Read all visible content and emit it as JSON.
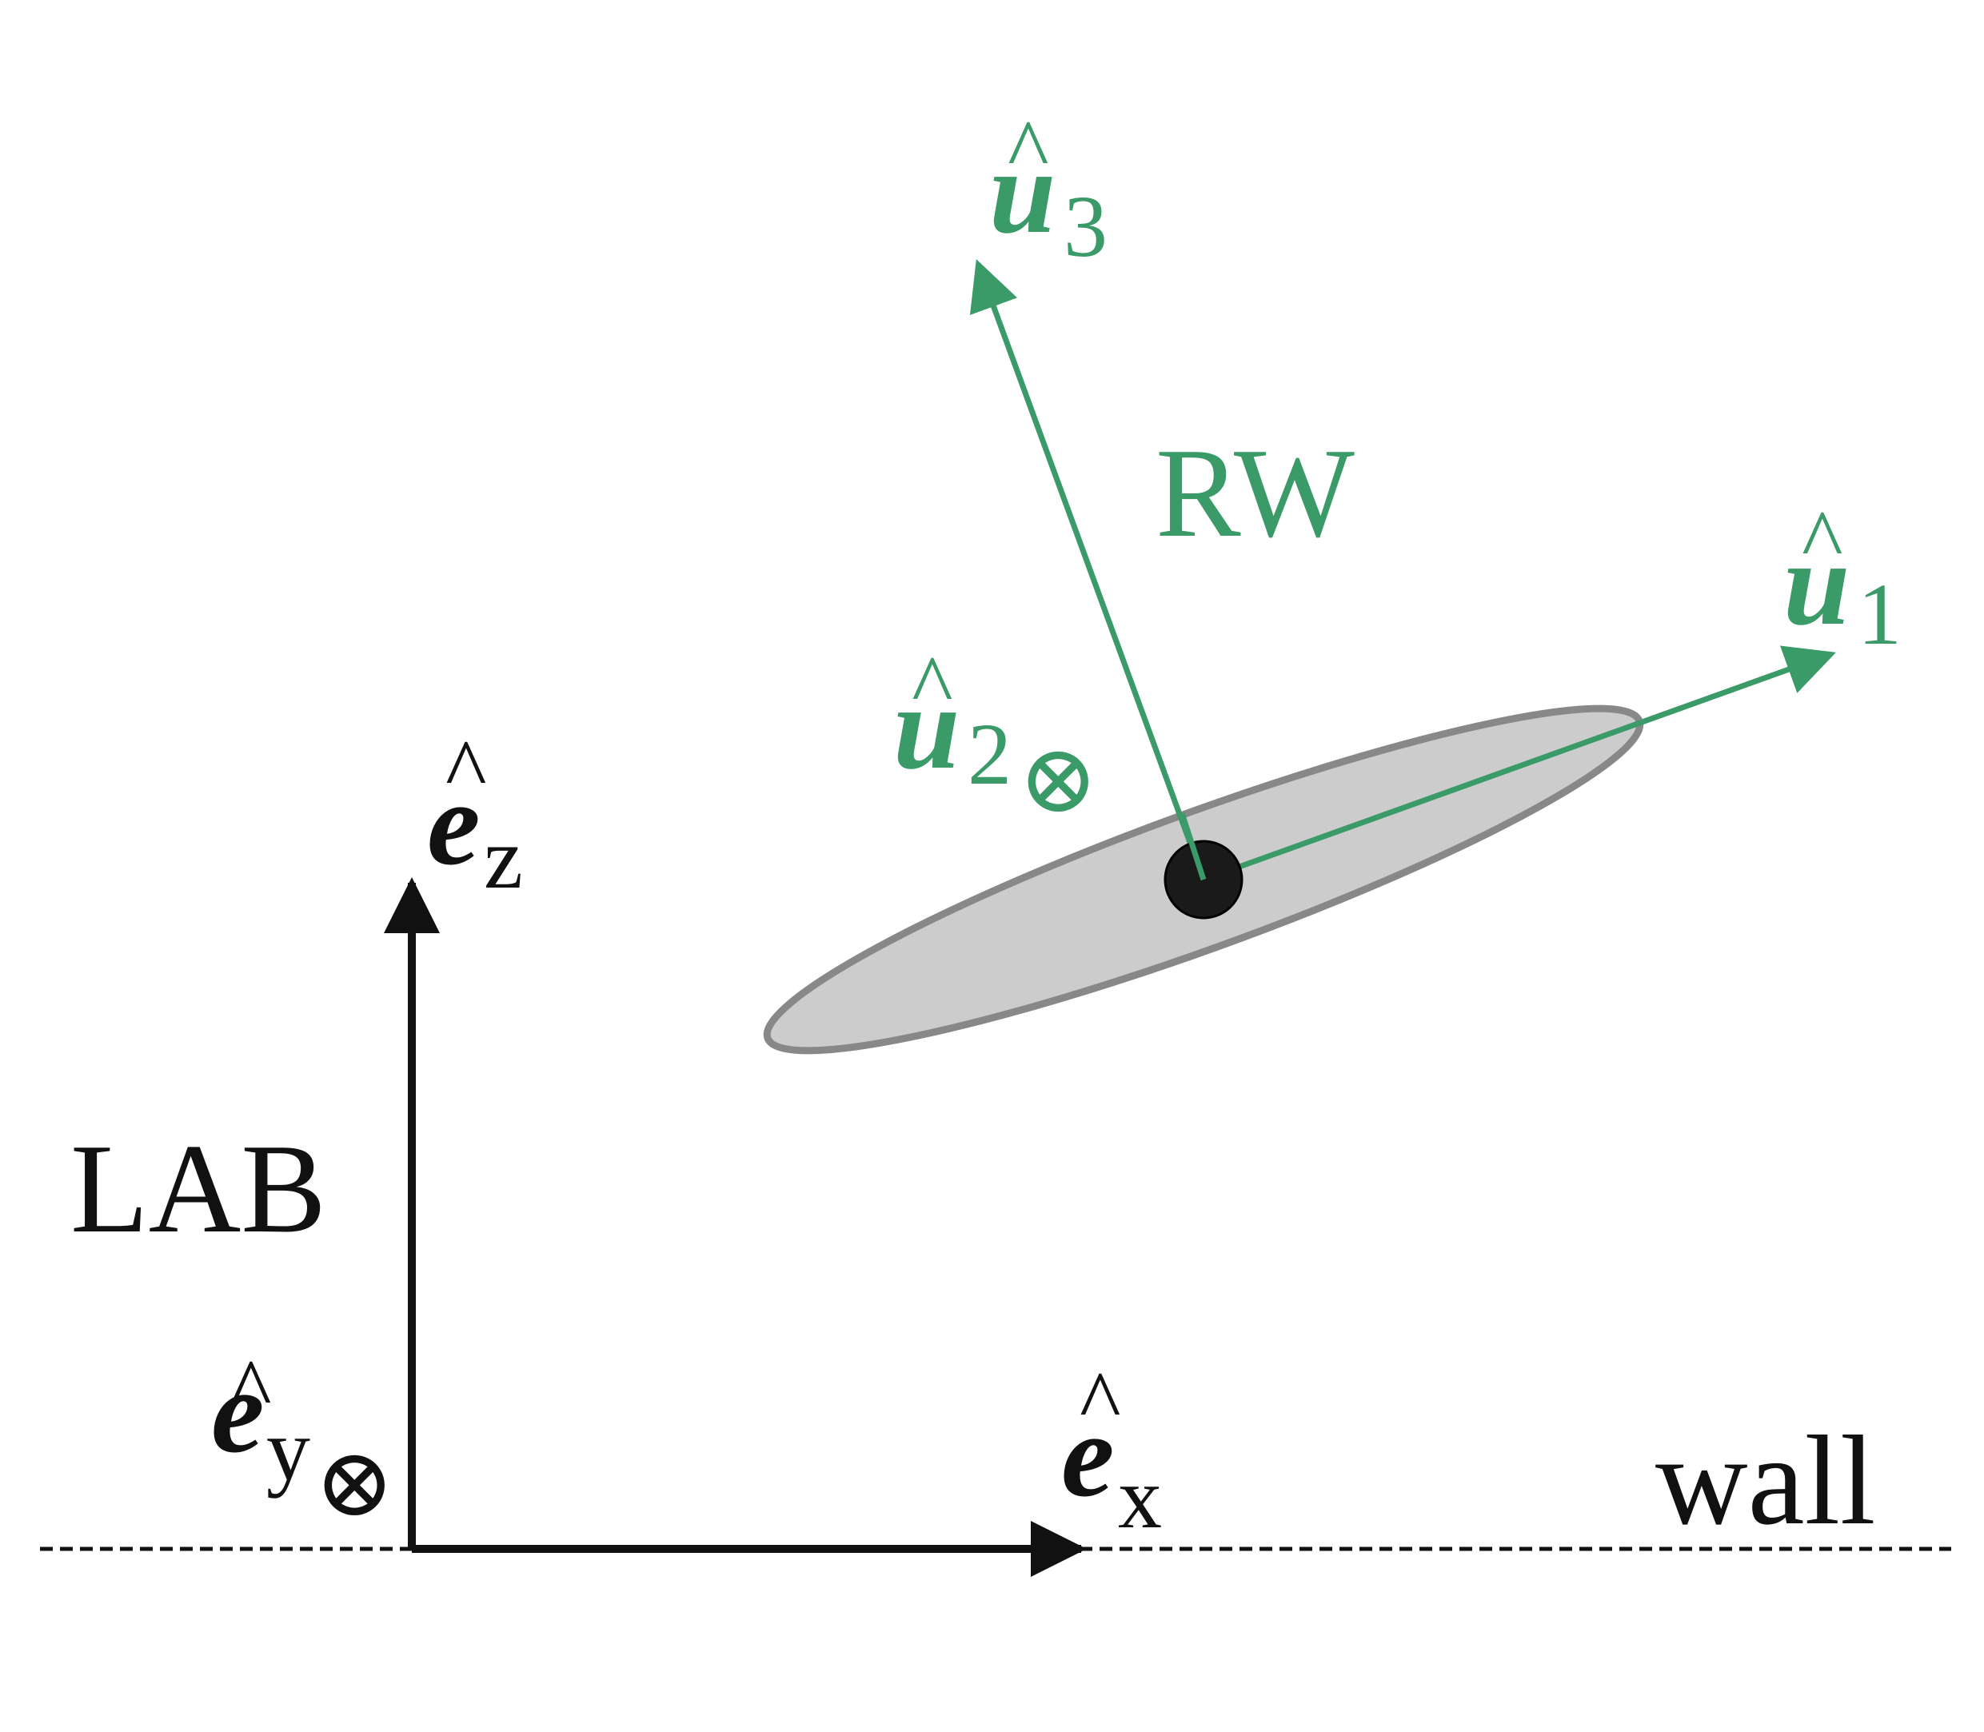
{
  "colors": {
    "lab": "#111111",
    "rw": "#3a9a68",
    "ellipse_fill": "#cccccc",
    "ellipse_stroke": "#888888",
    "center_dot": "#1a1a1a"
  },
  "labels": {
    "lab_frame": "LAB",
    "rw_frame": "RW",
    "wall": "wall",
    "hat": "^",
    "into_page": "⊗",
    "e_letter": "e",
    "u_letter": "u",
    "ex_sub": "x",
    "ey_sub": "y",
    "ez_sub": "z",
    "u1_sub": "1",
    "u2_sub": "2",
    "u3_sub": "3"
  }
}
